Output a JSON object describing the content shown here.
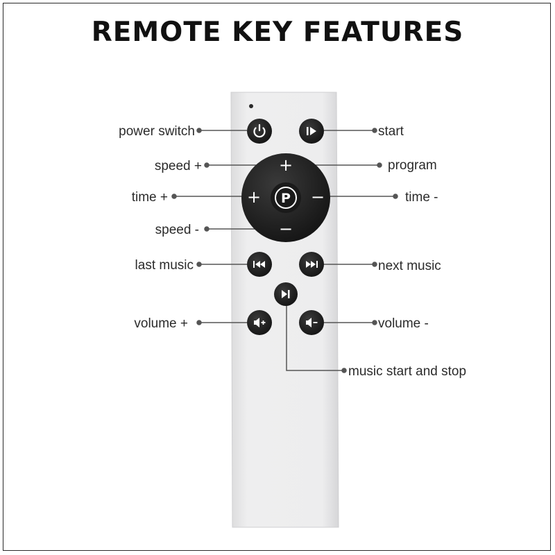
{
  "title": "REMOTE KEY FEATURES",
  "labels": {
    "power_switch": "power switch",
    "start": "start",
    "speed_plus": "speed +",
    "program": "program",
    "time_plus": "time +",
    "time_minus": "time -",
    "speed_minus": "speed -",
    "last_music": "last music",
    "next_music": "next music",
    "volume_plus": "volume +",
    "volume_minus": "volume -",
    "music_start_stop": "music start and stop"
  },
  "button_glyphs": {
    "dpad_up": "+",
    "dpad_left": "+",
    "dpad_right": "−",
    "dpad_down": "−",
    "program_letter": "P"
  },
  "icons": {
    "power": "power-icon",
    "start": "play-pause-icon",
    "last": "rewind-icon",
    "next": "fast-forward-icon",
    "play_stop": "play-stop-icon",
    "vol_up": "volume-up-icon",
    "vol_down": "volume-down-icon"
  },
  "colors": {
    "remote_body": "#ececed",
    "button": "#1c1c1c",
    "glyph": "#ffffff",
    "leader": "#555555"
  }
}
